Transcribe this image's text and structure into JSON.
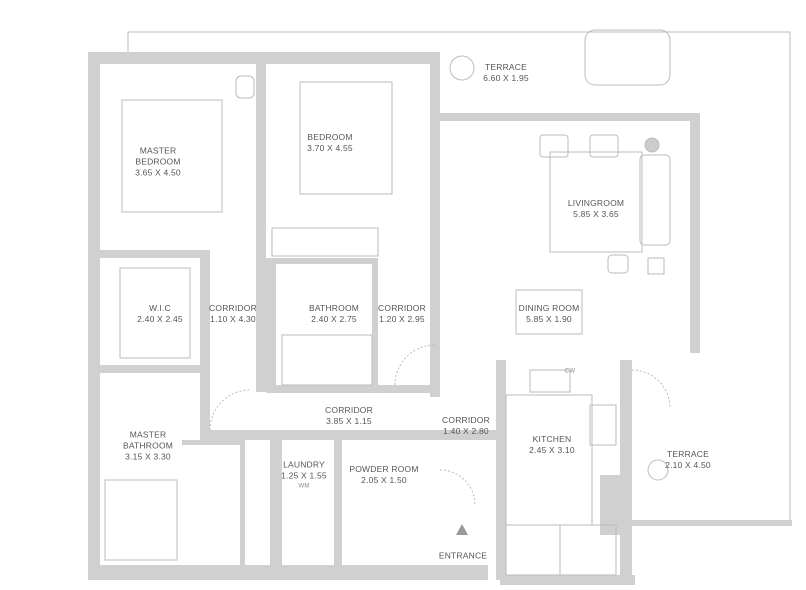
{
  "rooms": {
    "terrace_top": {
      "name": "TERRACE",
      "size": "6.60 X 1.95"
    },
    "master_bedroom": {
      "name_line1": "MASTER",
      "name_line2": "BEDROOM",
      "size": "3.65 X 4.50"
    },
    "bedroom": {
      "name": "BEDROOM",
      "size": "3.70 X 4.55"
    },
    "livingroom": {
      "name": "LIVINGROOM",
      "size": "5.85 X 3.65"
    },
    "wic": {
      "name": "W.I.C",
      "size": "2.40 X 2.45"
    },
    "corridor_left": {
      "name": "CORRIDOR",
      "size": "1.10 X 4.30"
    },
    "bathroom": {
      "name": "BATHROOM",
      "size": "2.40 X 2.75"
    },
    "corridor_mid": {
      "name": "CORRIDOR",
      "size": "1.20 X 2.95"
    },
    "dining_room": {
      "name": "DINING ROOM",
      "size": "5.85 X 1.90"
    },
    "corridor_bottom": {
      "name": "CORRIDOR",
      "size": "3.85 X 1.15"
    },
    "corridor_entry": {
      "name": "CORRIDOR",
      "size": "1.40 X 2.80"
    },
    "master_bathroom": {
      "name_line1": "MASTER",
      "name_line2": "BATHROOM",
      "size": "3.15 X 3.30"
    },
    "laundry": {
      "name": "LAUNDRY",
      "size": "1.25 X 1.55",
      "note": "WM"
    },
    "powder_room": {
      "name": "POWDER ROOM",
      "size": "2.05 X 1.50"
    },
    "kitchen": {
      "name": "KITCHEN",
      "size": "2.45 X 3.10",
      "note": "CW"
    },
    "terrace_right": {
      "name": "TERRACE",
      "size": "2.10 X 4.50"
    }
  },
  "entrance_label": "ENTRANCE",
  "colors": {
    "wall": "#d0d0d0",
    "line": "#b8b8b8",
    "text": "#555555"
  }
}
